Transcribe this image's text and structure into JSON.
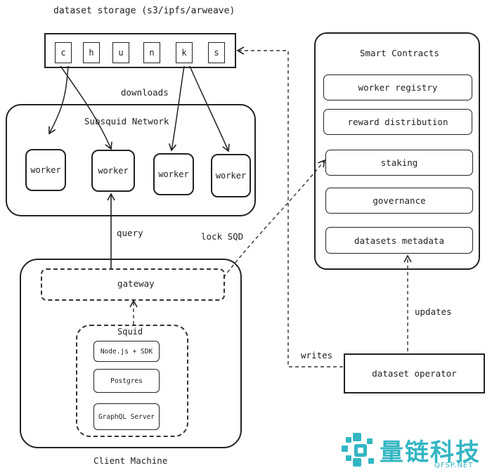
{
  "storage": {
    "title": "dataset storage (s3/ipfs/arweave)",
    "chunks": [
      "c",
      "h",
      "u",
      "n",
      "k",
      "s"
    ],
    "downloads_label": "downloads"
  },
  "network": {
    "title": "Subsquid Network",
    "workers": [
      "worker",
      "worker",
      "worker",
      "worker"
    ]
  },
  "contracts": {
    "title": "Smart Contracts",
    "items": [
      "worker registry",
      "reward distribution",
      "staking",
      "governance",
      "datasets metadata"
    ]
  },
  "client": {
    "title": "Client Machine",
    "gateway": "gateway",
    "squid": {
      "title": "Squid",
      "items": [
        "Node.js + SDK",
        "Postgres",
        "GraphQL Server"
      ]
    }
  },
  "edges": {
    "query": "query",
    "lock": "lock SQD",
    "updates": "updates",
    "writes": "writes"
  },
  "operator": {
    "label": "dataset operator"
  },
  "watermark": {
    "text": "量链科技",
    "url": "QFSP.NET",
    "color": "#33b6c2"
  }
}
